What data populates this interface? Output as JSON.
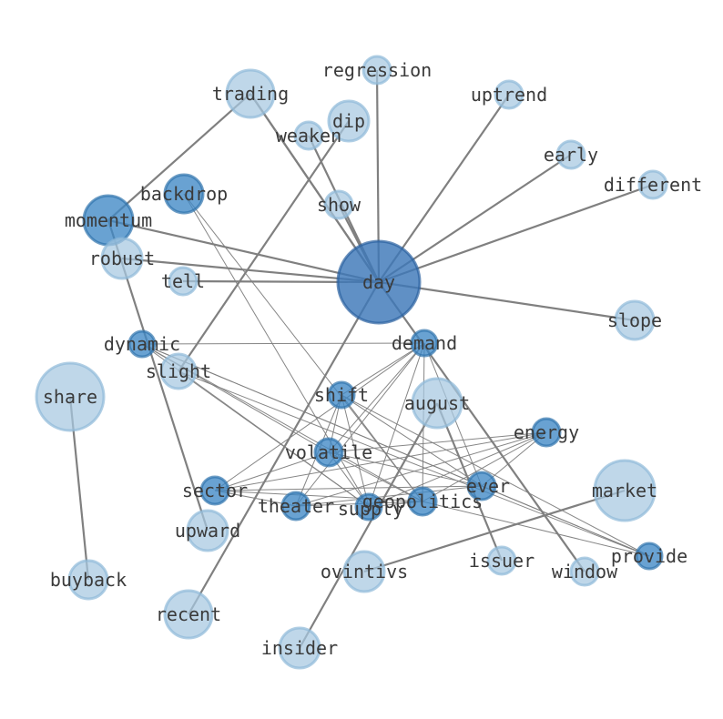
{
  "colors": {
    "light": "#a6c8e0",
    "light_stroke": "#8fb9d8",
    "mid": "#3f88c5",
    "mid_stroke": "#2f73ad",
    "hub": "#3d78b8",
    "hub_stroke": "#2b61a0",
    "edge": "#808080"
  },
  "nodes": [
    {
      "id": "day",
      "label": "day",
      "weight": 45,
      "tone": "hub"
    },
    {
      "id": "share",
      "label": "share",
      "weight": 37,
      "tone": "light"
    },
    {
      "id": "market",
      "label": "market",
      "weight": 33,
      "tone": "light"
    },
    {
      "id": "august",
      "label": "august",
      "weight": 27,
      "tone": "light"
    },
    {
      "id": "momentum",
      "label": "momentum",
      "weight": 27,
      "tone": "mid"
    },
    {
      "id": "recent",
      "label": "recent",
      "weight": 26,
      "tone": "light"
    },
    {
      "id": "trading",
      "label": "trading",
      "weight": 26,
      "tone": "light"
    },
    {
      "id": "robust",
      "label": "robust",
      "weight": 22,
      "tone": "light"
    },
    {
      "id": "dip",
      "label": "dip",
      "weight": 22,
      "tone": "light"
    },
    {
      "id": "upward",
      "label": "upward",
      "weight": 22,
      "tone": "light"
    },
    {
      "id": "insider",
      "label": "insider",
      "weight": 22,
      "tone": "light"
    },
    {
      "id": "ovintivs",
      "label": "ovintivs",
      "weight": 22,
      "tone": "light"
    },
    {
      "id": "backdrop",
      "label": "backdrop",
      "weight": 21,
      "tone": "mid"
    },
    {
      "id": "slope",
      "label": "slope",
      "weight": 21,
      "tone": "light"
    },
    {
      "id": "buyback",
      "label": "buyback",
      "weight": 21,
      "tone": "light"
    },
    {
      "id": "slight",
      "label": "slight",
      "weight": 19,
      "tone": "light"
    },
    {
      "id": "different",
      "label": "different",
      "weight": 15,
      "tone": "light"
    },
    {
      "id": "show",
      "label": "show",
      "weight": 15,
      "tone": "light"
    },
    {
      "id": "tell",
      "label": "tell",
      "weight": 15,
      "tone": "light"
    },
    {
      "id": "weaken",
      "label": "weaken",
      "weight": 15,
      "tone": "light"
    },
    {
      "id": "uptrend",
      "label": "uptrend",
      "weight": 15,
      "tone": "light"
    },
    {
      "id": "early",
      "label": "early",
      "weight": 15,
      "tone": "light"
    },
    {
      "id": "regression",
      "label": "regression",
      "weight": 15,
      "tone": "light"
    },
    {
      "id": "issuer",
      "label": "issuer",
      "weight": 15,
      "tone": "light"
    },
    {
      "id": "window",
      "label": "window",
      "weight": 15,
      "tone": "light"
    },
    {
      "id": "volatile",
      "label": "volatile",
      "weight": 15,
      "tone": "mid"
    },
    {
      "id": "geopolitics",
      "label": "geopolitics",
      "weight": 15,
      "tone": "mid"
    },
    {
      "id": "theater",
      "label": "theater",
      "weight": 15,
      "tone": "mid"
    },
    {
      "id": "sector",
      "label": "sector",
      "weight": 15,
      "tone": "mid"
    },
    {
      "id": "energy",
      "label": "energy",
      "weight": 15,
      "tone": "mid"
    },
    {
      "id": "ever",
      "label": "ever",
      "weight": 15,
      "tone": "mid"
    },
    {
      "id": "supply",
      "label": "supply",
      "weight": 14,
      "tone": "mid"
    },
    {
      "id": "shift",
      "label": "shift",
      "weight": 14,
      "tone": "mid"
    },
    {
      "id": "demand",
      "label": "demand",
      "weight": 14,
      "tone": "mid"
    },
    {
      "id": "dynamic",
      "label": "dynamic",
      "weight": 14,
      "tone": "mid"
    },
    {
      "id": "provide",
      "label": "provide",
      "weight": 14,
      "tone": "mid"
    }
  ],
  "edges": [
    {
      "source": "day",
      "target": "regression",
      "strength": "strong"
    },
    {
      "source": "day",
      "target": "uptrend",
      "strength": "strong"
    },
    {
      "source": "day",
      "target": "early",
      "strength": "strong"
    },
    {
      "source": "day",
      "target": "different",
      "strength": "strong"
    },
    {
      "source": "day",
      "target": "trading",
      "strength": "strong"
    },
    {
      "source": "day",
      "target": "weaken",
      "strength": "strong"
    },
    {
      "source": "day",
      "target": "show",
      "strength": "strong"
    },
    {
      "source": "day",
      "target": "momentum",
      "strength": "strong"
    },
    {
      "source": "day",
      "target": "robust",
      "strength": "strong"
    },
    {
      "source": "day",
      "target": "tell",
      "strength": "strong"
    },
    {
      "source": "day",
      "target": "slope",
      "strength": "strong"
    },
    {
      "source": "day",
      "target": "recent",
      "strength": "strong"
    },
    {
      "source": "day",
      "target": "window",
      "strength": "strong"
    },
    {
      "source": "trading",
      "target": "day",
      "strength": "strong"
    },
    {
      "source": "trading",
      "target": "momentum",
      "strength": "strong"
    },
    {
      "source": "momentum",
      "target": "upward",
      "strength": "strong"
    },
    {
      "source": "dip",
      "target": "slight",
      "strength": "strong"
    },
    {
      "source": "share",
      "target": "buyback",
      "strength": "strong"
    },
    {
      "source": "august",
      "target": "issuer",
      "strength": "strong"
    },
    {
      "source": "august",
      "target": "insider",
      "strength": "strong"
    },
    {
      "source": "market",
      "target": "ovintivs",
      "strength": "strong"
    },
    {
      "source": "dynamic",
      "target": "demand",
      "strength": "thin"
    },
    {
      "source": "dynamic",
      "target": "geopolitics",
      "strength": "thin"
    },
    {
      "source": "dynamic",
      "target": "supply",
      "strength": "thin"
    },
    {
      "source": "dynamic",
      "target": "ever",
      "strength": "thin"
    },
    {
      "source": "dynamic",
      "target": "provide",
      "strength": "thin"
    },
    {
      "source": "dynamic",
      "target": "volatile",
      "strength": "thin"
    },
    {
      "source": "demand",
      "target": "shift",
      "strength": "thin"
    },
    {
      "source": "demand",
      "target": "sector",
      "strength": "thin"
    },
    {
      "source": "demand",
      "target": "theater",
      "strength": "thin"
    },
    {
      "source": "demand",
      "target": "supply",
      "strength": "thin"
    },
    {
      "source": "demand",
      "target": "geopolitics",
      "strength": "thin"
    },
    {
      "source": "demand",
      "target": "volatile",
      "strength": "thin"
    },
    {
      "source": "demand",
      "target": "ever",
      "strength": "thin"
    },
    {
      "source": "shift",
      "target": "theater",
      "strength": "thin"
    },
    {
      "source": "shift",
      "target": "supply",
      "strength": "thin"
    },
    {
      "source": "shift",
      "target": "geopolitics",
      "strength": "thin"
    },
    {
      "source": "shift",
      "target": "ever",
      "strength": "thin"
    },
    {
      "source": "shift",
      "target": "provide",
      "strength": "thin"
    },
    {
      "source": "shift",
      "target": "volatile",
      "strength": "thin"
    },
    {
      "source": "volatile",
      "target": "geopolitics",
      "strength": "thin"
    },
    {
      "source": "volatile",
      "target": "supply",
      "strength": "thin"
    },
    {
      "source": "volatile",
      "target": "ever",
      "strength": "thin"
    },
    {
      "source": "volatile",
      "target": "energy",
      "strength": "thin"
    },
    {
      "source": "volatile",
      "target": "sector",
      "strength": "thin"
    },
    {
      "source": "energy",
      "target": "theater",
      "strength": "thin"
    },
    {
      "source": "energy",
      "target": "supply",
      "strength": "thin"
    },
    {
      "source": "energy",
      "target": "geopolitics",
      "strength": "thin"
    },
    {
      "source": "energy",
      "target": "sector",
      "strength": "thin"
    },
    {
      "source": "energy",
      "target": "ever",
      "strength": "thin"
    },
    {
      "source": "sector",
      "target": "geopolitics",
      "strength": "thin"
    },
    {
      "source": "sector",
      "target": "ever",
      "strength": "thin"
    },
    {
      "source": "sector",
      "target": "theater",
      "strength": "thin"
    },
    {
      "source": "theater",
      "target": "geopolitics",
      "strength": "thin"
    },
    {
      "source": "theater",
      "target": "ever",
      "strength": "thin"
    },
    {
      "source": "supply",
      "target": "geopolitics",
      "strength": "thin"
    },
    {
      "source": "geopolitics",
      "target": "provide",
      "strength": "thin"
    },
    {
      "source": "ever",
      "target": "provide",
      "strength": "thin"
    },
    {
      "source": "slight",
      "target": "provide",
      "strength": "thin"
    },
    {
      "source": "slight",
      "target": "supply",
      "strength": "thin"
    },
    {
      "source": "backdrop",
      "target": "supply",
      "strength": "thin"
    },
    {
      "source": "backdrop",
      "target": "geopolitics",
      "strength": "thin"
    }
  ]
}
